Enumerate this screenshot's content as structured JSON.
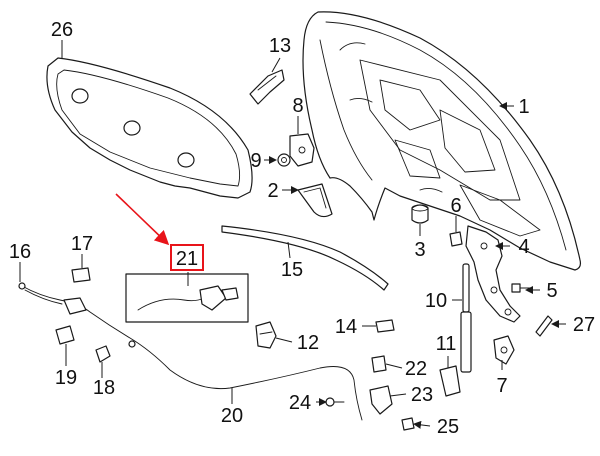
{
  "callouts": {
    "c1": "1",
    "c2": "2",
    "c3": "3",
    "c4": "4",
    "c5": "5",
    "c6": "6",
    "c7": "7",
    "c8": "8",
    "c9": "9",
    "c10": "10",
    "c11": "11",
    "c12": "12",
    "c13": "13",
    "c14": "14",
    "c15": "15",
    "c16": "16",
    "c17": "17",
    "c18": "18",
    "c19": "19",
    "c20": "20",
    "c21": "21",
    "c22": "22",
    "c23": "23",
    "c24": "24",
    "c25": "25",
    "c26": "26",
    "c27": "27"
  },
  "highlight": {
    "callout": "21",
    "color": "#e8141a"
  },
  "colors": {
    "line": "#1a1a1a",
    "background": "#ffffff"
  }
}
